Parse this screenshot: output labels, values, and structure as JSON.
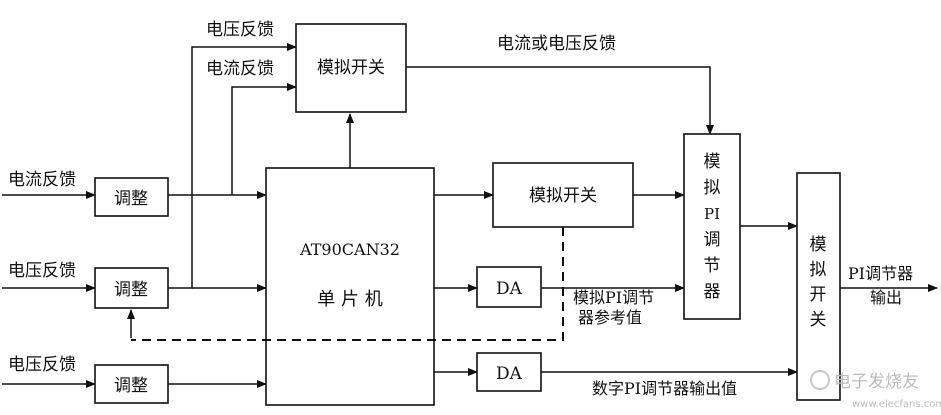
{
  "inputs": {
    "current_fb_top": "电流反馈",
    "voltage_fb_mid": "电压反馈",
    "voltage_fb_bottom": "电压反馈"
  },
  "adjust_blocks": [
    "调整",
    "调整",
    "调整"
  ],
  "mux_top": {
    "label": "模拟开关",
    "in_voltage": "电压反馈",
    "in_current": "电流反馈"
  },
  "mcu": {
    "name": "AT90CAN32",
    "label": "单 片 机"
  },
  "mux_mid": {
    "label": "模拟开关"
  },
  "da_blocks": [
    "DA",
    "DA"
  ],
  "current_or_voltage_fb": "电流或电压反馈",
  "pi_analog": [
    "模",
    "拟",
    "PI",
    "调",
    "节",
    "器"
  ],
  "pi_ref_note": [
    "模拟PI调节",
    "器参考值"
  ],
  "digital_pi_output": "数字PI调节器输出值",
  "switch_final": [
    "模",
    "拟",
    "开",
    "关"
  ],
  "output": [
    "PI调节器",
    "输出"
  ],
  "watermark": {
    "brand": "电子发烧友",
    "url": "www.elecfans.com"
  }
}
